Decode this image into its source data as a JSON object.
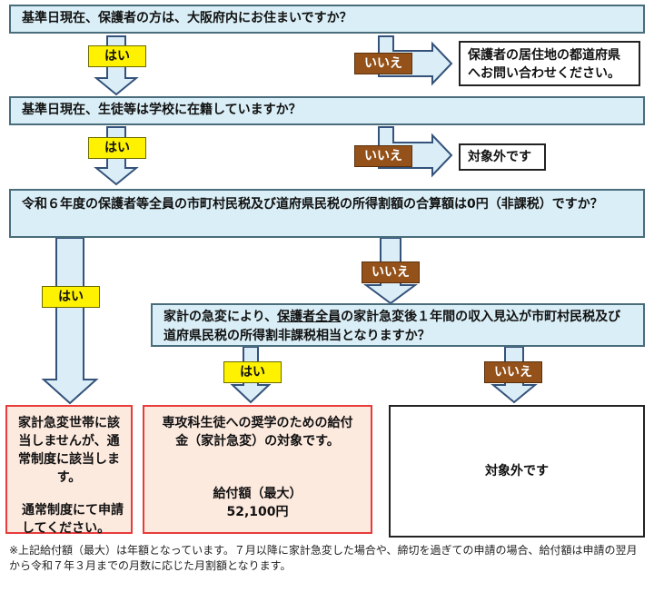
{
  "q1": {
    "text": "基準日現在、保護者の方は、大阪府内にお住まいですか？"
  },
  "q2": {
    "text": "基準日現在、生徒等は学校に在籍していますか？"
  },
  "q3": {
    "text": "令和６年度の保護者等全員の市町村民税及び道府県民税の所得割額の合算額は0円（非課税）ですか？"
  },
  "q4": {
    "text_before": "家計の急変により、",
    "text_underlined": "保護者全員",
    "text_after": "の家計急変後１年間の収入見込が市町村民税及び道府県民税の所得割非課税相当となりますか？"
  },
  "labels": {
    "yes": "はい",
    "no": "いいえ"
  },
  "out1": {
    "text": "保護者の居住地の都道府県へお問い合わせください。"
  },
  "out2": {
    "text": "対象外です"
  },
  "res_left": {
    "line1": "家計急変世帯に該当しませんが、通常制度に該当します。",
    "line2": "通常制度にて申請してください。"
  },
  "res_mid": {
    "title": "専攻科生徒への奨学のための給付金（家計急変）の対象です。",
    "amount_label": "給付額（最大）",
    "amount": "52,100円"
  },
  "res_right": {
    "text": "対象外です"
  },
  "note": "※上記給付額（最大）は年額となっています。７月以降に家計急変した場合や、締切を過ぎての申請の場合、給付額は申請の翌月から令和７年３月までの月数に応じた月割額となります。",
  "colors": {
    "question_fill": "#d9eef6",
    "yes_fill": "#fef200",
    "no_fill": "#94521a",
    "result_border": "#e83b3b",
    "result_fill": "#fdeadf",
    "arrow_fill": "#dbeef8",
    "arrow_stroke": "#34527a"
  }
}
